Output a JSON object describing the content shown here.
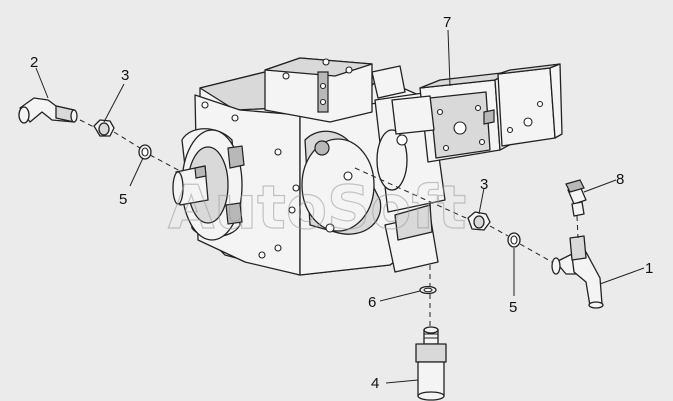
{
  "callouts": [
    "1",
    "2",
    "3",
    "3",
    "4",
    "5",
    "5",
    "6",
    "7",
    "8"
  ],
  "watermark": "AutoSoft"
}
